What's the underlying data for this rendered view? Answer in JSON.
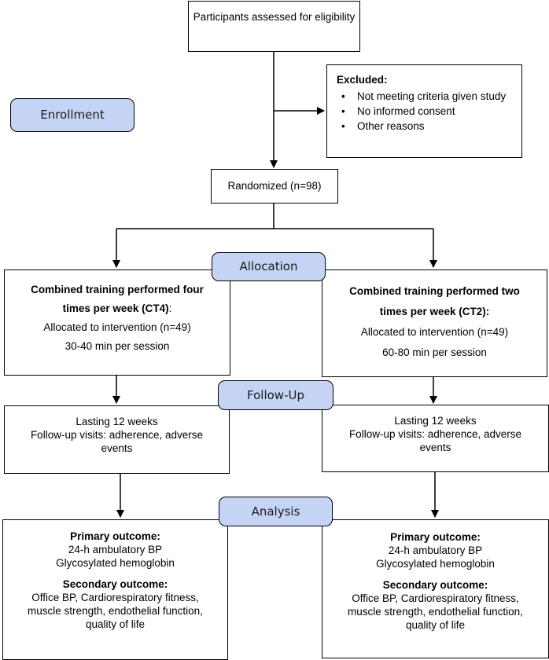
{
  "boxes": {
    "assessed": "Participants assessed for eligibility",
    "excluded": {
      "title": "Excluded:",
      "items": [
        "Not meeting criteria given study",
        "No informed consent",
        "Other reasons"
      ]
    },
    "randomized": "Randomized (n=98)"
  },
  "stages": {
    "enrollment": "Enrollment",
    "allocation": "Allocation",
    "followup": "Follow-Up",
    "analysis": "Analysis"
  },
  "arms": {
    "left": {
      "title_line1": "Combined training performed four",
      "title_line2a": "times per week (CT4)",
      "title_line2b": ":",
      "allocated": "Allocated to intervention (n=49)",
      "duration": "30-40 min per session"
    },
    "right": {
      "title_line1": "Combined training performed two",
      "title_line2": "times per week (CT2):",
      "allocated": "Allocated to intervention (n=49)",
      "duration": "60-80 min per session"
    }
  },
  "followup": {
    "lasting": "Lasting 12 weeks",
    "visits_line1": "Follow-up visits: adherence, adverse",
    "visits_line2": "events"
  },
  "analysis": {
    "primary_title": "Primary outcome:",
    "primary_1": "24-h ambulatory BP",
    "primary_2": "Glycosylated hemoglobin",
    "secondary_title": "Secondary outcome:",
    "secondary_1": "Office BP, Cardiorespiratory fitness,",
    "secondary_2": "muscle strength, endothelial function,",
    "secondary_3": "quality of life"
  }
}
